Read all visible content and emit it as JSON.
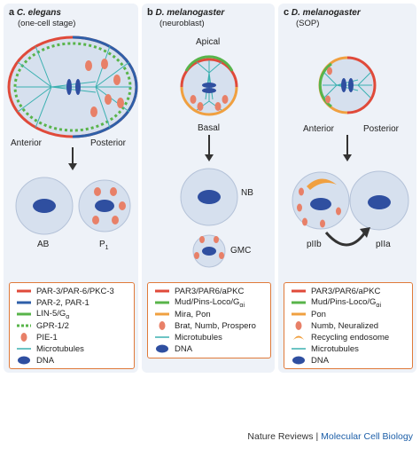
{
  "panels": [
    {
      "letter": "a",
      "species": "C. elegans",
      "stage": "(one-cell stage)",
      "labels": {
        "anterior": "Anterior",
        "posterior": "Posterior",
        "daughter_left": "AB",
        "daughter_right": "P",
        "daughter_right_sub": "1"
      },
      "legend": [
        {
          "label": "PAR-3/PAR-6/PKC-3",
          "swatch": "red-line",
          "color": "#e04a3a"
        },
        {
          "label": "PAR-2, PAR-1",
          "swatch": "blue-line",
          "color": "#2f5fa8"
        },
        {
          "label": "LIN-5/G",
          "sub": "α",
          "swatch": "green-line",
          "color": "#58b44a"
        },
        {
          "label": "GPR-1/2",
          "swatch": "green-dashed",
          "color": "#58b44a"
        },
        {
          "label": "PIE-1",
          "swatch": "pink-ellipse",
          "color": "#e88068"
        },
        {
          "label": "Microtubules",
          "swatch": "teal-line",
          "color": "#3ab0b0"
        },
        {
          "label": "DNA",
          "swatch": "navy-ellipse",
          "color": "#2f4fa0"
        }
      ]
    },
    {
      "letter": "b",
      "species": "D. melanogaster",
      "stage": "(neuroblast)",
      "labels": {
        "apical": "Apical",
        "basal": "Basal",
        "nb": "NB",
        "gmc": "GMC"
      },
      "legend": [
        {
          "label": "PAR3/PAR6/aPKC",
          "swatch": "red-line",
          "color": "#e04a3a"
        },
        {
          "label": "Mud/Pins-Loco/G",
          "sub": "αi",
          "swatch": "green-line",
          "color": "#58b44a"
        },
        {
          "label": "Mira, Pon",
          "swatch": "orange-line",
          "color": "#f0a040"
        },
        {
          "label": "Brat, Numb, Prospero",
          "swatch": "pink-ellipse",
          "color": "#e88068"
        },
        {
          "label": "Microtubules",
          "swatch": "teal-line",
          "color": "#3ab0b0"
        },
        {
          "label": "DNA",
          "swatch": "navy-ellipse",
          "color": "#2f4fa0"
        }
      ]
    },
    {
      "letter": "c",
      "species": "D. melanogaster",
      "stage": "(SOP)",
      "labels": {
        "anterior": "Anterior",
        "posterior": "Posterior",
        "piib": "pIIb",
        "piia": "pIIa"
      },
      "legend": [
        {
          "label": "PAR3/PAR6/aPKC",
          "swatch": "red-line",
          "color": "#e04a3a"
        },
        {
          "label": "Mud/Pins-Loco/G",
          "sub": "αi",
          "swatch": "green-line",
          "color": "#58b44a"
        },
        {
          "label": "Pon",
          "swatch": "orange-line",
          "color": "#f0a040"
        },
        {
          "label": "Numb, Neuralized",
          "swatch": "pink-ellipse",
          "color": "#e88068"
        },
        {
          "label": "Recycling endosome",
          "swatch": "orange-crescent",
          "color": "#f0a040"
        },
        {
          "label": "Microtubules",
          "swatch": "teal-line",
          "color": "#3ab0b0"
        },
        {
          "label": "DNA",
          "swatch": "navy-ellipse",
          "color": "#2f4fa0"
        }
      ]
    }
  ],
  "footer": {
    "journal": "Nature Reviews",
    "separator": "|",
    "section": "Molecular Cell Biology"
  },
  "colors": {
    "panel_bg": "#eef2f8",
    "cell_fill": "#d6e0ee",
    "red": "#e04a3a",
    "blue": "#2f5fa8",
    "green": "#58b44a",
    "orange": "#f0a040",
    "pink": "#e88068",
    "teal": "#3ab0b0",
    "dna": "#2f4fa0",
    "arrow": "#333333"
  }
}
